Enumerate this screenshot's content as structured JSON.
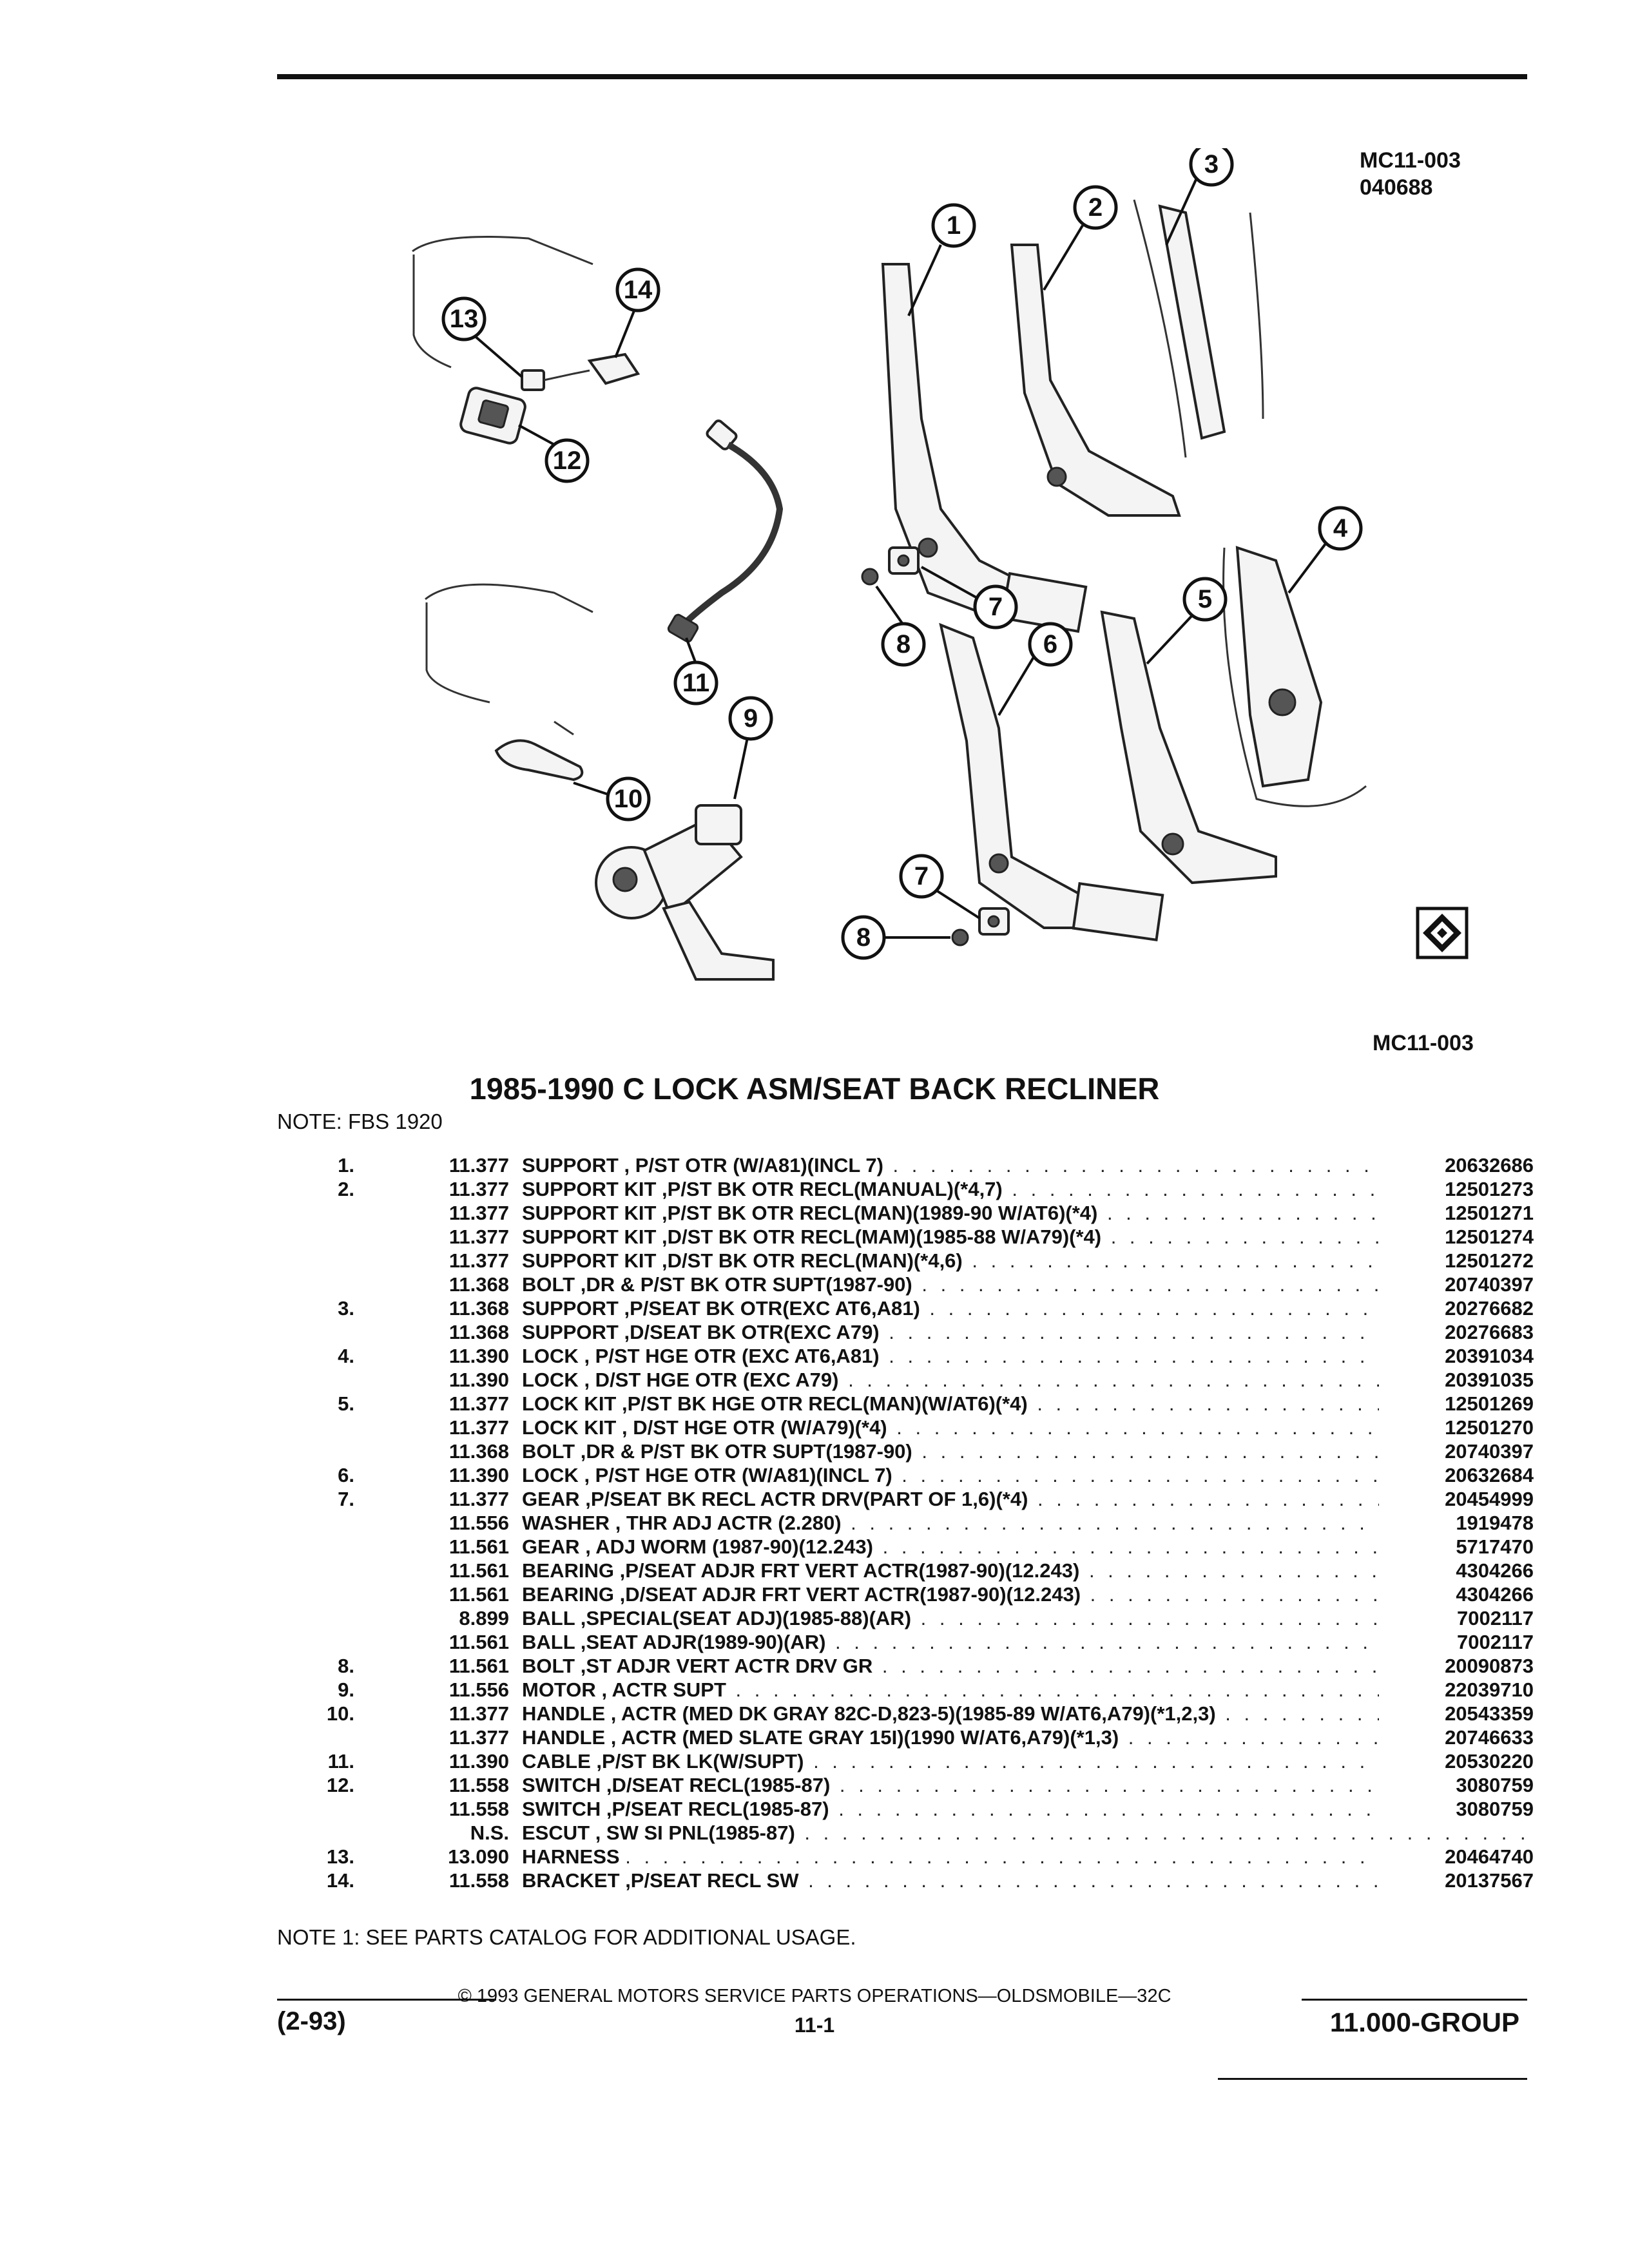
{
  "header": {
    "drawing_code": "MC11-003",
    "drawing_date_code": "040688",
    "drawing_ref": "MC11-003"
  },
  "diagram": {
    "icon": "corporate-diamond-logo",
    "callouts": [
      "1",
      "2",
      "3",
      "4",
      "5",
      "6",
      "7",
      "8",
      "9",
      "10",
      "11",
      "12",
      "13",
      "14"
    ]
  },
  "title": "1985-1990 C LOCK ASM/SEAT BACK RECLINER",
  "note_top": "NOTE:  FBS 1920",
  "parts": [
    {
      "item": "1.",
      "group": "11.377",
      "name": "SUPPORT",
      "desc": ", P/ST OTR (W/A81)(INCL 7)",
      "pn": "20632686"
    },
    {
      "item": "2.",
      "group": "11.377",
      "name": "SUPPORT KIT",
      "desc": ",P/ST BK OTR RECL(MANUAL)(*4,7)",
      "pn": "12501273"
    },
    {
      "item": "",
      "group": "11.377",
      "name": "SUPPORT KIT",
      "desc": ",P/ST BK OTR RECL(MAN)(1989-90 W/AT6)(*4)",
      "pn": "12501271"
    },
    {
      "item": "",
      "group": "11.377",
      "name": "SUPPORT KIT",
      "desc": ",D/ST BK OTR RECL(MAM)(1985-88 W/A79)(*4)",
      "pn": "12501274"
    },
    {
      "item": "",
      "group": "11.377",
      "name": "SUPPORT KIT",
      "desc": ",D/ST BK OTR RECL(MAN)(*4,6)",
      "pn": "12501272"
    },
    {
      "item": "",
      "group": "11.368",
      "name": "BOLT",
      "desc": ",DR & P/ST BK OTR SUPT(1987-90)",
      "pn": "20740397"
    },
    {
      "item": "3.",
      "group": "11.368",
      "name": "SUPPORT",
      "desc": ",P/SEAT BK OTR(EXC AT6,A81)",
      "pn": "20276682"
    },
    {
      "item": "",
      "group": "11.368",
      "name": "SUPPORT",
      "desc": ",D/SEAT BK OTR(EXC A79)",
      "pn": "20276683"
    },
    {
      "item": "4.",
      "group": "11.390",
      "name": "LOCK",
      "desc": ", P/ST HGE OTR (EXC AT6,A81)",
      "pn": "20391034"
    },
    {
      "item": "",
      "group": "11.390",
      "name": "LOCK",
      "desc": ", D/ST HGE OTR (EXC A79)",
      "pn": "20391035"
    },
    {
      "item": "5.",
      "group": "11.377",
      "name": "LOCK KIT",
      "desc": ",P/ST BK HGE OTR RECL(MAN)(W/AT6)(*4)",
      "pn": "12501269"
    },
    {
      "item": "",
      "group": "11.377",
      "name": "LOCK KIT",
      "desc": ", D/ST HGE OTR (W/A79)(*4)",
      "pn": "12501270"
    },
    {
      "item": "",
      "group": "11.368",
      "name": "BOLT",
      "desc": ",DR & P/ST BK OTR SUPT(1987-90)",
      "pn": "20740397"
    },
    {
      "item": "6.",
      "group": "11.390",
      "name": "LOCK",
      "desc": ", P/ST HGE OTR (W/A81)(INCL 7)",
      "pn": "20632684"
    },
    {
      "item": "7.",
      "group": "11.377",
      "name": "GEAR",
      "desc": ",P/SEAT BK RECL ACTR DRV(PART OF 1,6)(*4)",
      "pn": "20454999"
    },
    {
      "item": "",
      "group": "11.556",
      "name": "WASHER",
      "desc": ", THR ADJ ACTR (2.280)",
      "pn": "1919478"
    },
    {
      "item": "",
      "group": "11.561",
      "name": "GEAR",
      "desc": ", ADJ WORM (1987-90)(12.243)",
      "pn": "5717470"
    },
    {
      "item": "",
      "group": "11.561",
      "name": "BEARING",
      "desc": ",P/SEAT ADJR FRT VERT ACTR(1987-90)(12.243)",
      "pn": "4304266"
    },
    {
      "item": "",
      "group": "11.561",
      "name": "BEARING",
      "desc": ",D/SEAT ADJR FRT VERT ACTR(1987-90)(12.243)",
      "pn": "4304266"
    },
    {
      "item": "",
      "group": "8.899",
      "name": "BALL",
      "desc": ",SPECIAL(SEAT ADJ)(1985-88)(AR)",
      "pn": "7002117"
    },
    {
      "item": "",
      "group": "11.561",
      "name": "BALL",
      "desc": ",SEAT ADJR(1989-90)(AR)",
      "pn": "7002117"
    },
    {
      "item": "8.",
      "group": "11.561",
      "name": "BOLT",
      "desc": ",ST ADJR VERT ACTR DRV GR",
      "pn": "20090873"
    },
    {
      "item": "9.",
      "group": "11.556",
      "name": "MOTOR",
      "desc": ", ACTR SUPT",
      "pn": "22039710"
    },
    {
      "item": "10.",
      "group": "11.377",
      "name": "HANDLE",
      "desc": ", ACTR (MED DK GRAY 82C-D,823-5)(1985-89 W/AT6,A79)(*1,2,3)",
      "pn": "20543359"
    },
    {
      "item": "",
      "group": "11.377",
      "name": "HANDLE",
      "desc": ", ACTR (MED SLATE GRAY 15I)(1990 W/AT6,A79)(*1,3)",
      "pn": "20746633"
    },
    {
      "item": "11.",
      "group": "11.390",
      "name": "CABLE",
      "desc": ",P/ST BK LK(W/SUPT)",
      "pn": "20530220"
    },
    {
      "item": "12.",
      "group": "11.558",
      "name": "SWITCH",
      "desc": ",D/SEAT RECL(1985-87)",
      "pn": "3080759"
    },
    {
      "item": "",
      "group": "11.558",
      "name": "SWITCH",
      "desc": ",P/SEAT RECL(1985-87)",
      "pn": "3080759"
    },
    {
      "item": "",
      "group": "N.S.",
      "name": "ESCUT",
      "desc": ", SW SI PNL(1985-87)",
      "pn": ""
    },
    {
      "item": "13.",
      "group": "13.090",
      "name": "HARNESS",
      "desc": "",
      "pn": "20464740"
    },
    {
      "item": "14.",
      "group": "11.558",
      "name": "BRACKET",
      "desc": ",P/SEAT RECL SW",
      "pn": "20137567"
    }
  ],
  "note_bottom": "NOTE  1:  SEE PARTS CATALOG FOR ADDITIONAL USAGE.",
  "footer": {
    "copyright": "©  1993  GENERAL MOTORS SERVICE PARTS OPERATIONS—OLDSMOBILE—32C",
    "date": "(2-93)",
    "page": "11-1",
    "group": "11.000-GROUP"
  }
}
